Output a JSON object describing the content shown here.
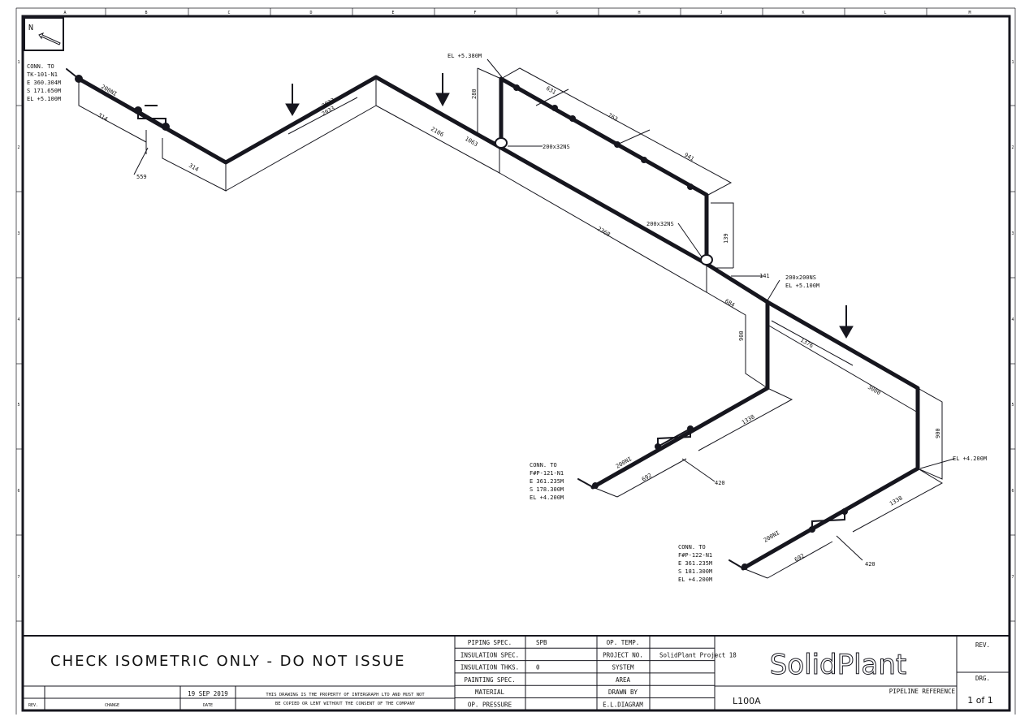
{
  "frame": {
    "columns": [
      "A",
      "B",
      "C",
      "D",
      "E",
      "F",
      "G",
      "H",
      "J",
      "K",
      "L",
      "M"
    ],
    "rows": [
      "1",
      "2",
      "3",
      "4",
      "5",
      "6",
      "7"
    ],
    "north_label": "N"
  },
  "drawing": {
    "connections": [
      {
        "lines": [
          "CONN. TO",
          "TK-101-N1",
          "E 360.304M",
          "S 171.650M",
          "EL +5.100M"
        ]
      },
      {
        "lines": [
          "CONN. TO",
          "F#P-121-N1",
          "E 361.235M",
          "S 178.300M",
          "EL +4.200M"
        ]
      },
      {
        "lines": [
          "CONN. TO",
          "F#P-122-N1",
          "E 361.235M",
          "S 181.300M",
          "EL +4.200M"
        ]
      }
    ],
    "elevations": [
      "EL +5.380M",
      "EL +5.100M",
      "EL +4.200M"
    ],
    "tee_labels": [
      "200x32NS",
      "200x32NS",
      "200x200NS"
    ],
    "pipe_size_labels": [
      "200NI",
      "200NI",
      "200NI"
    ],
    "dimensions": [
      "314",
      "559",
      "314",
      "2933",
      "2933",
      "2106",
      "1063",
      "280",
      "631",
      "763",
      "941",
      "2368",
      "139",
      "141",
      "684",
      "900",
      "1376",
      "3000",
      "900",
      "1338",
      "692",
      "420",
      "1338",
      "692",
      "420"
    ]
  },
  "title_block": {
    "notice": "CHECK ISOMETRIC ONLY - DO NOT ISSUE",
    "rev_header": "REV.",
    "change_header": "CHANGE",
    "date_header": "DATE",
    "date_value": "19 SEP 2019",
    "property_notice": [
      "THIS DRAWING IS THE PROPERTY OF INTERGRAPH LTD AND MUST NOT",
      "BE COPIED OR LENT WITHOUT THE CONSENT OF THE COMPANY"
    ],
    "spec_rows": [
      {
        "label": "PIPING SPEC.",
        "value": "SPB",
        "label2": "OP. TEMP.",
        "value2": ""
      },
      {
        "label": "INSULATION SPEC.",
        "value": "",
        "label2": "PROJECT NO.",
        "value2": "SolidPlant Project 18"
      },
      {
        "label": "INSULATION THKS.",
        "value": "0",
        "label2": "SYSTEM",
        "value2": ""
      },
      {
        "label": "PAINTING SPEC.",
        "value": "",
        "label2": "AREA",
        "value2": ""
      },
      {
        "label": "MATERIAL",
        "value": "",
        "label2": "DRAWN BY",
        "value2": ""
      },
      {
        "label": "OP. PRESSURE",
        "value": "",
        "label2": "E.L.DIAGRAM",
        "value2": ""
      }
    ],
    "logo": "SolidPlant",
    "pipeline_reference_label": "PIPELINE REFERENCE",
    "pipeline_reference": "L100A",
    "rev_label": "REV.",
    "drg_label": "DRG.",
    "sheet": "1 of 1"
  }
}
